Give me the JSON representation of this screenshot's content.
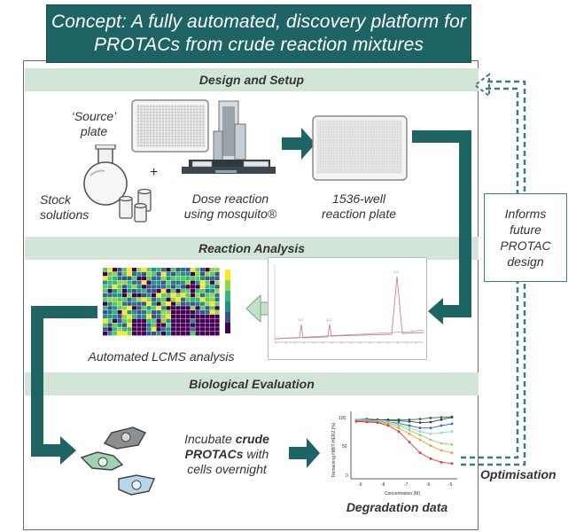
{
  "title": {
    "line1": "Concept: A fully automated, discovery platform for",
    "line2": "PROTACs from crude reaction mixtures"
  },
  "sections": {
    "design": "Design and Setup",
    "analysis": "Reaction Analysis",
    "biology": "Biological Evaluation"
  },
  "design_setup": {
    "source_line1": "‘Source’",
    "source_line2": "plate",
    "plus": "+",
    "stock_line1": "Stock",
    "stock_line2": "solutions",
    "dose_line1": "Dose reaction",
    "dose_line2": "using mosquito®",
    "plate_line1": "1536-well",
    "plate_line2": "reaction plate"
  },
  "analysis": {
    "lcms_label": "Automated LCMS analysis"
  },
  "biology": {
    "incubate_line1_a": "Incubate ",
    "incubate_line1_b": "crude",
    "incubate_line2": "PROTACs",
    "incubate_line2_b": " with",
    "incubate_line3": "cells overnight",
    "degradation_label": "Degradation data"
  },
  "sidebar": {
    "informs_lines": [
      "Informs",
      "future",
      "PROTAC",
      "design"
    ],
    "optimisation": "Optimisation"
  },
  "degradation_chart": {
    "ylabel": "Remaining HiBiT-HER2 (%)",
    "xlabel": "Concentration (M)",
    "yticks": [
      "100",
      "50",
      "0"
    ],
    "xticks": [
      "-9",
      "-8",
      "-7",
      "-6",
      "-5"
    ]
  },
  "colors": {
    "teal": "#1f6464",
    "section": "#d3e5d6",
    "frame": "#6b6b6b"
  }
}
